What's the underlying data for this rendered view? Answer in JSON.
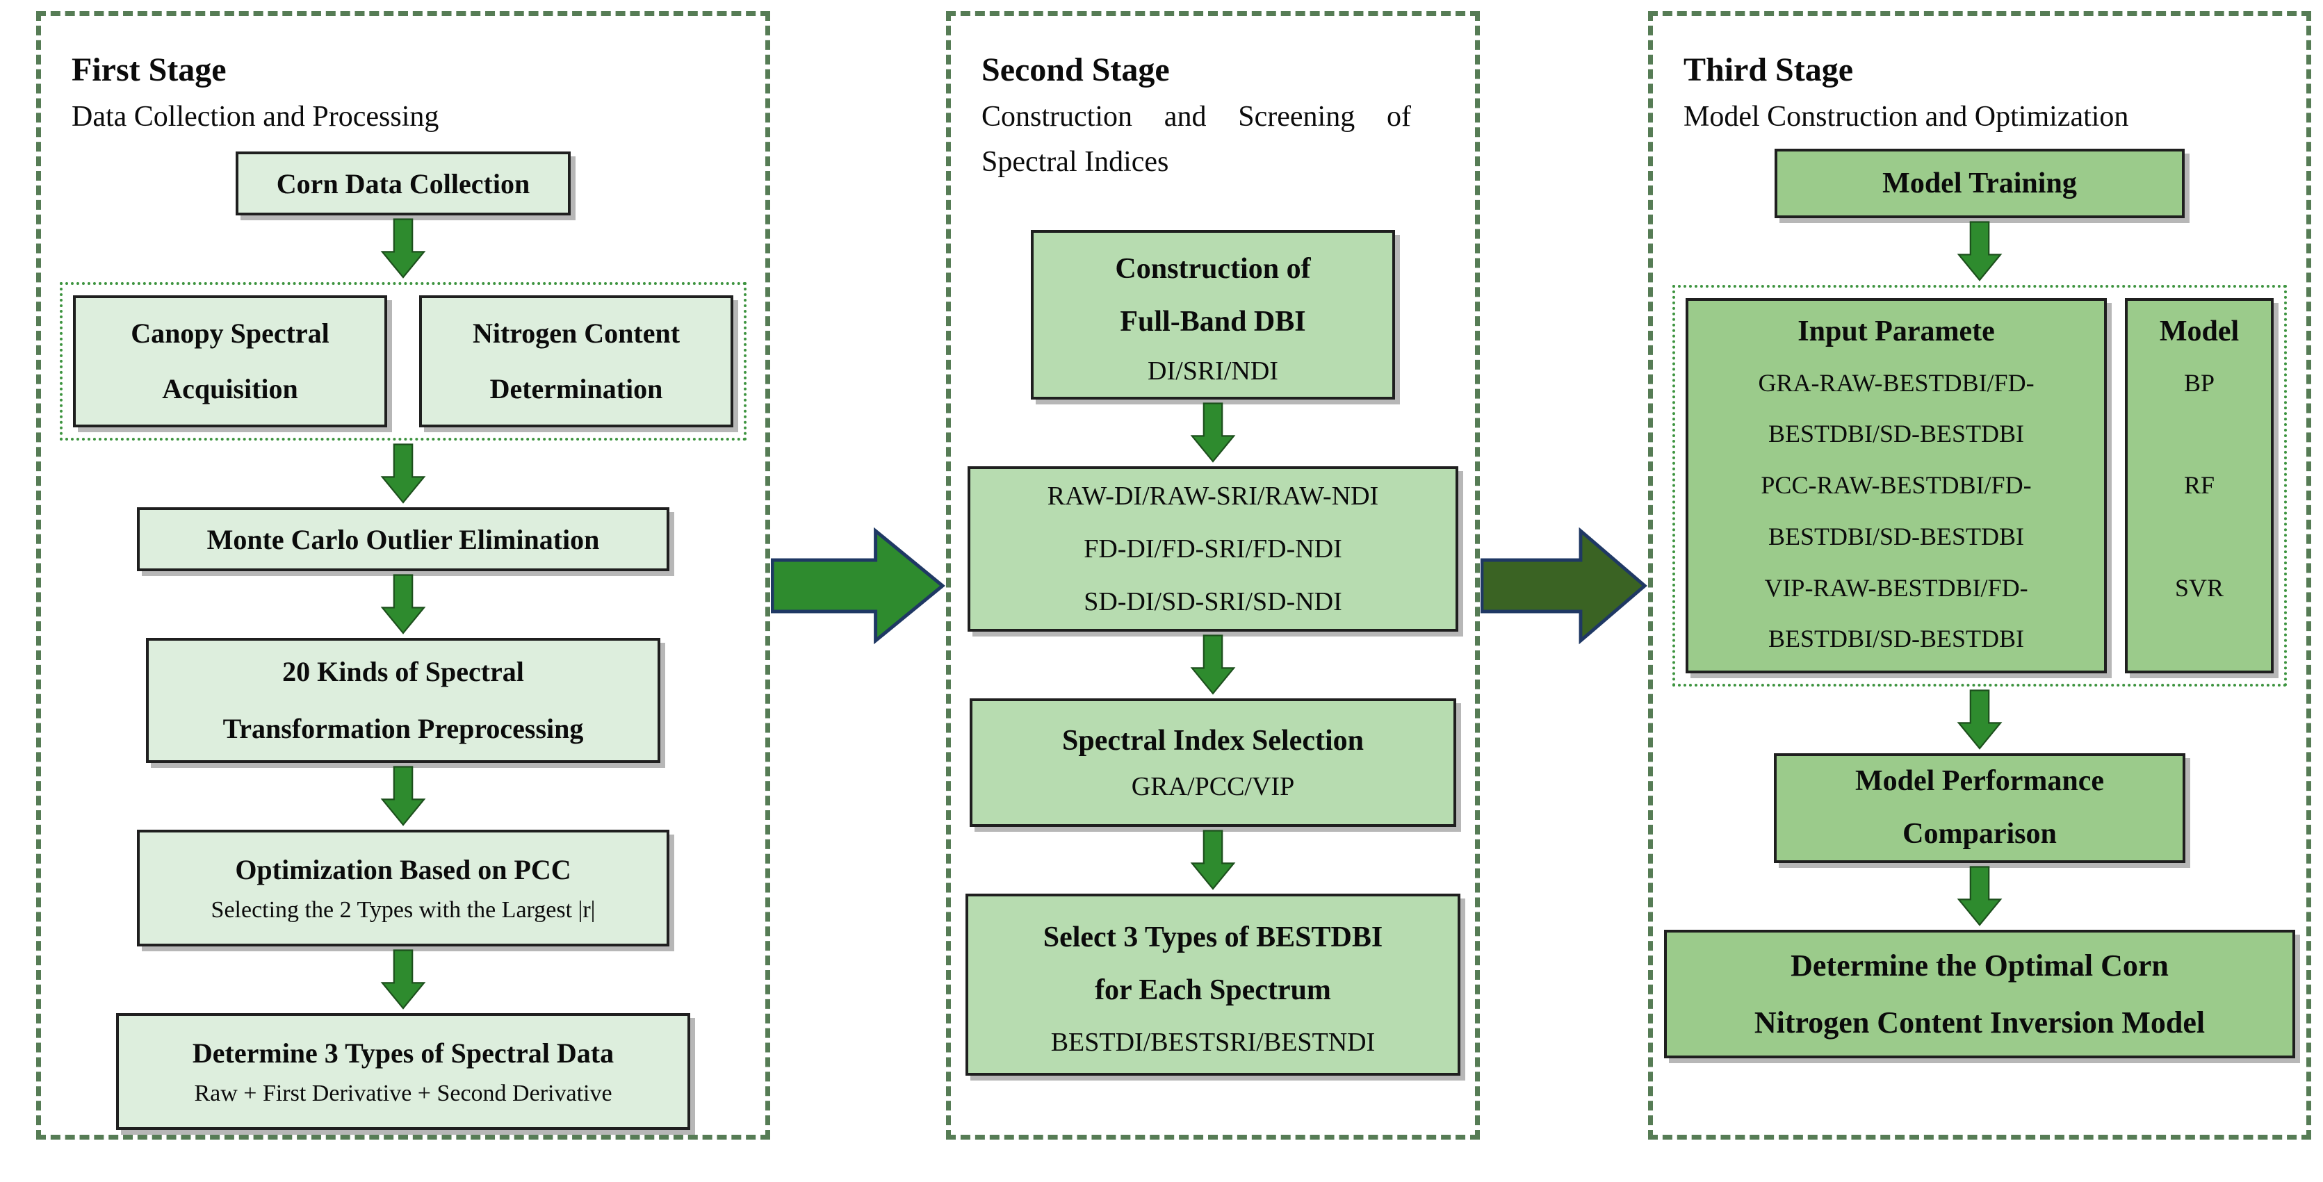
{
  "stages": [
    {
      "title": "First Stage",
      "subtitle": "Data Collection and Processing",
      "corn_box": "Corn Data Collection",
      "canopy_box": [
        "Canopy Spectral",
        "Acquisition"
      ],
      "nitrogen_box": [
        "Nitrogen Content",
        "Determination"
      ],
      "monte_box": "Monte Carlo Outlier Elimination",
      "kinds_box": [
        "20 Kinds of Spectral",
        "Transformation Preprocessing"
      ],
      "pcc_box": {
        "title": "Optimization Based on PCC",
        "sub": "Selecting the 2 Types with the Largest |r|"
      },
      "determine_box": {
        "title": "Determine 3 Types of Spectral Data",
        "sub": "Raw + First Derivative + Second Derivative"
      }
    },
    {
      "title": "Second Stage",
      "subtitle_lines": [
        "Construction and Screening of",
        "Spectral Indices"
      ],
      "dbi_box": {
        "lines": [
          "Construction of",
          "Full-Band DBI"
        ],
        "sub": "DI/SRI/NDI"
      },
      "combo_box": {
        "lines": [
          "RAW-DI/RAW-SRI/RAW-NDI",
          "FD-DI/FD-SRI/FD-NDI",
          "SD-DI/SD-SRI/SD-NDI"
        ]
      },
      "selection_box": {
        "title": "Spectral Index Selection",
        "sub": "GRA/PCC/VIP"
      },
      "best_box": {
        "lines": [
          "Select 3 Types of BESTDBI",
          "for Each Spectrum"
        ],
        "sub": "BESTDI/BESTSRI/BESTNDI"
      }
    },
    {
      "title": "Third Stage",
      "subtitle": "Model Construction and Optimization",
      "training_box": "Model Training",
      "input_box": {
        "title": "Input Paramete",
        "lines": [
          "GRA-RAW-BESTDBI/FD-",
          "BESTDBI/SD-BESTDBI",
          "PCC-RAW-BESTDBI/FD-",
          "BESTDBI/SD-BESTDBI",
          "VIP-RAW-BESTDBI/FD-",
          "BESTDBI/SD-BESTDBI"
        ]
      },
      "model_box": {
        "title": "Model",
        "items": [
          "BP",
          "RF",
          "SVR"
        ]
      },
      "performance_box": [
        "Model Performance",
        "Comparison"
      ],
      "optimal_box": [
        "Determine the Optimal Corn",
        "Nitrogen Content Inversion Model"
      ]
    }
  ],
  "colors": {
    "panel_dashed_border": "#567c55",
    "group_dotted_border": "#3e9440",
    "box_border": "#1f1f1f",
    "stage1_box_fill": "#ddeedd",
    "stage2_box_fill": "#b7dcb0",
    "stage3_box_fill": "#9bcb8b",
    "flow_arrow_fill": "#2e8b2e",
    "flow_arrow_stroke": "#1c4f1c",
    "transition_arrow1_fill": "#2e8b2e",
    "transition_arrow2_fill": "#3a6323",
    "transition_arrow_stroke": "#1f3864"
  }
}
